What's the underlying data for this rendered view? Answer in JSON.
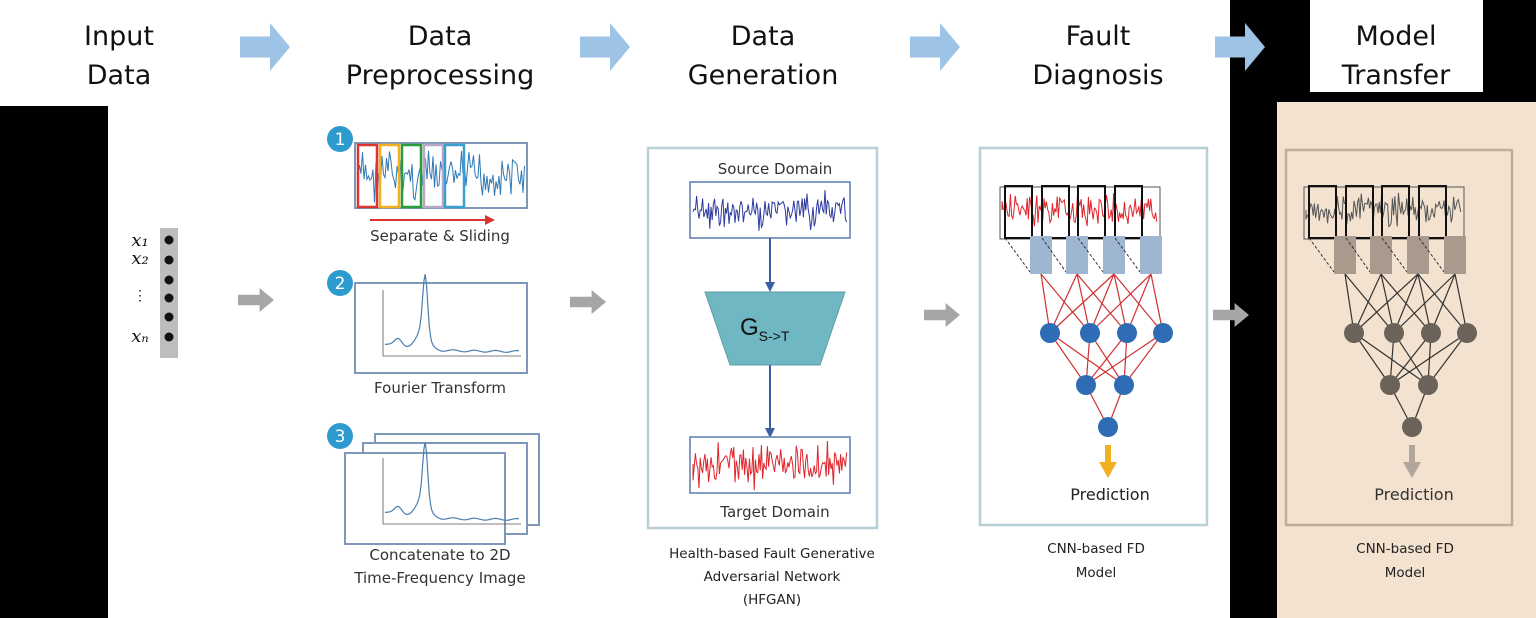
{
  "stages": [
    {
      "line1": "Input",
      "line2": "Data"
    },
    {
      "line1": "Data",
      "line2": "Preprocessing"
    },
    {
      "line1": "Data",
      "line2": "Generation"
    },
    {
      "line1": "Fault",
      "line2": "Diagnosis"
    },
    {
      "line1": "Model",
      "line2": "Transfer"
    }
  ],
  "input": {
    "labels": [
      "x₁",
      "x₂",
      "⋮",
      "xₙ"
    ]
  },
  "preprocessing": {
    "steps": [
      {
        "number": "1",
        "caption": "Separate & Sliding"
      },
      {
        "number": "2",
        "caption": "Fourier Transform"
      },
      {
        "number": "3",
        "caption_line1": "Concatenate to 2D",
        "caption_line2": "Time-Frequency Image"
      }
    ]
  },
  "generation": {
    "source_label": "Source Domain",
    "generator_label": "G",
    "generator_subscript": "S->T",
    "target_label": "Target Domain",
    "caption": [
      "Health-based Fault Generative",
      "Adversarial Network",
      "(HFGAN)"
    ]
  },
  "diagnosis": {
    "output_label": "Prediction",
    "caption": [
      "CNN-based FD",
      "Model"
    ]
  },
  "transfer": {
    "output_label": "Prediction",
    "caption": [
      "CNN-based FD",
      "Model"
    ]
  },
  "colors": {
    "stage_arrow": "#9dc3e6",
    "flow_arrow": "#a6a6a6",
    "source_signal": "#2e3a9e",
    "target_signal": "#e0242c",
    "generator": "#6fb7c2",
    "node": "#2e6db5",
    "edge": "#d03030",
    "transfer_panel": "#f2e2cf"
  }
}
